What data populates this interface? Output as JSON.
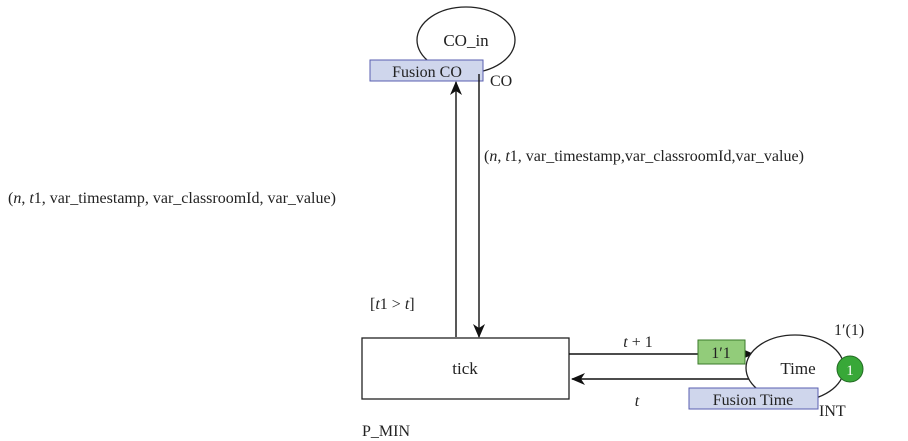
{
  "places": {
    "co_in": {
      "name": "CO_in",
      "colorset": "CO",
      "fusion": "Fusion CO"
    },
    "time": {
      "name": "Time",
      "colorset": "INT",
      "fusion": "Fusion Time",
      "initial_marking": "1′(1)",
      "token_count": "1",
      "marking_box": "1′1"
    }
  },
  "transition": {
    "name": "tick",
    "guard": "[t1 > t]",
    "priority": "P_MIN"
  },
  "arcs": {
    "tick_to_co_in": "(n, t1, var_timestamp, var_classroomId, var_value)",
    "co_in_to_tick": "(n, t1, var_timestamp,var_classroomId,var_value)",
    "tick_to_time": "t + 1",
    "time_to_tick": "t"
  },
  "colors": {
    "fusion_fill": "#cfd6ec",
    "fusion_stroke": "#5a5fb0",
    "token_fill": "#38a838",
    "marking_fill": "#92cc7a"
  }
}
